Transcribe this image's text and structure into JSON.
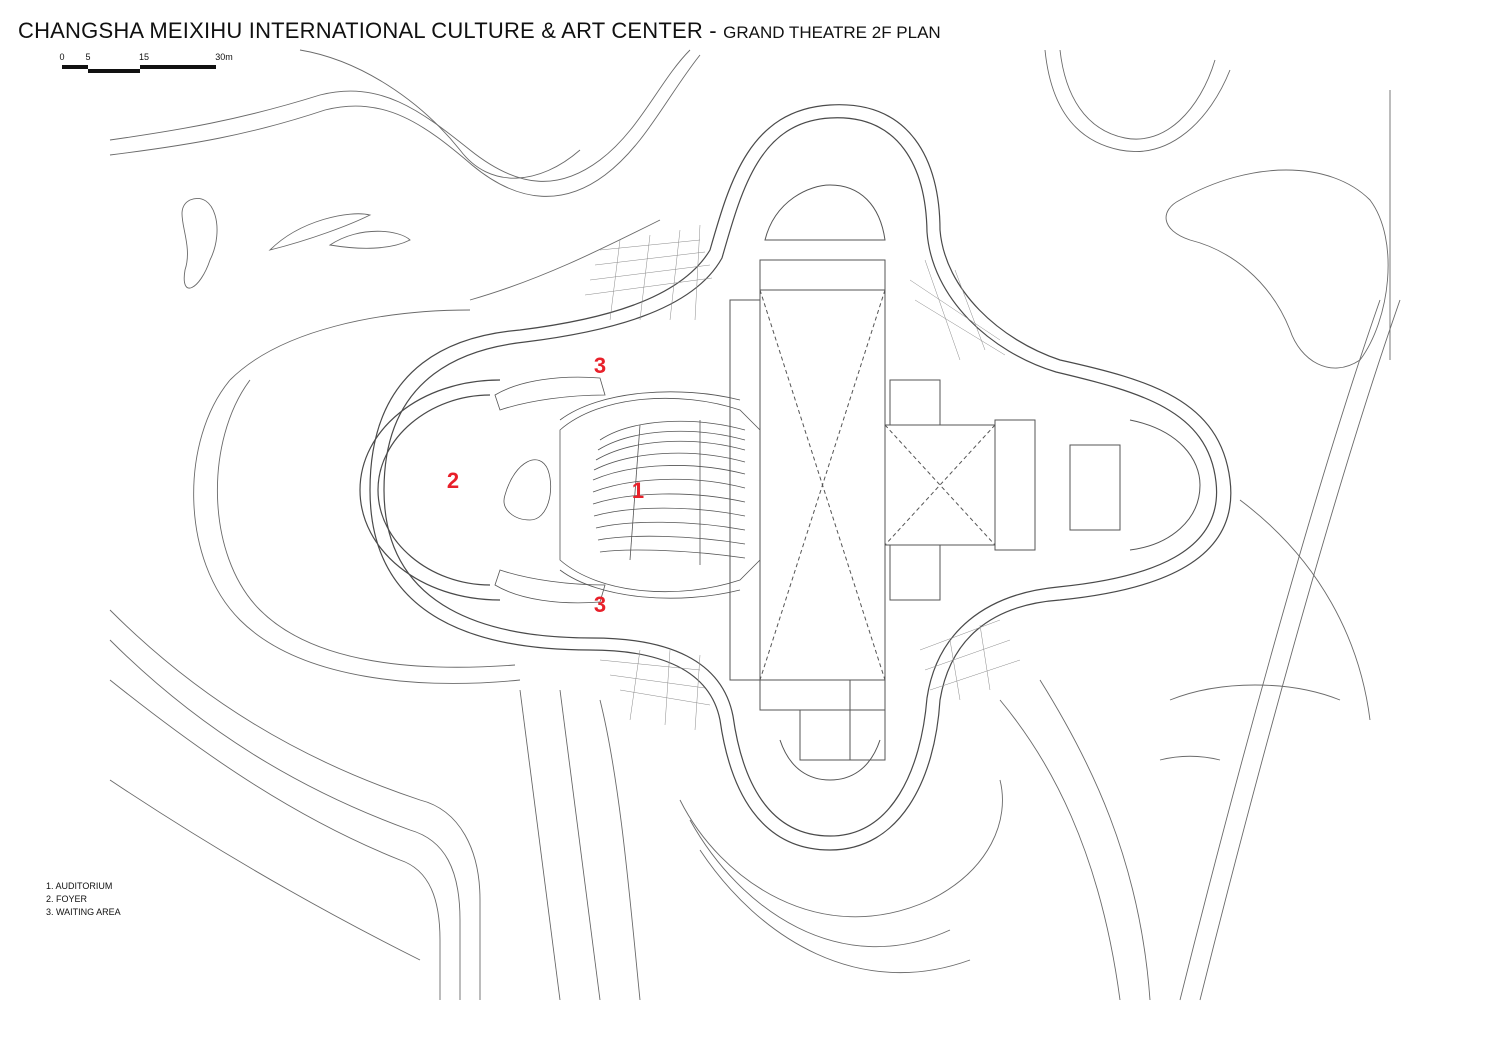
{
  "title": {
    "main": "CHANGSHA MEIXIHU INTERNATIONAL CULTURE & ART CENTER - ",
    "sub": "GRAND THEATRE 2F PLAN"
  },
  "scale": {
    "ticks": [
      "0",
      "5",
      "15",
      "30m"
    ]
  },
  "labels": {
    "auditorium": "1",
    "foyer": "2",
    "waiting_north": "3",
    "waiting_south": "3"
  },
  "legend": [
    "1. AUDITORIUM",
    "2. FOYER",
    "3. WAITING AREA"
  ],
  "colors": {
    "line": "#5a5a5a",
    "label": "#e8202a",
    "ink": "#111111"
  }
}
